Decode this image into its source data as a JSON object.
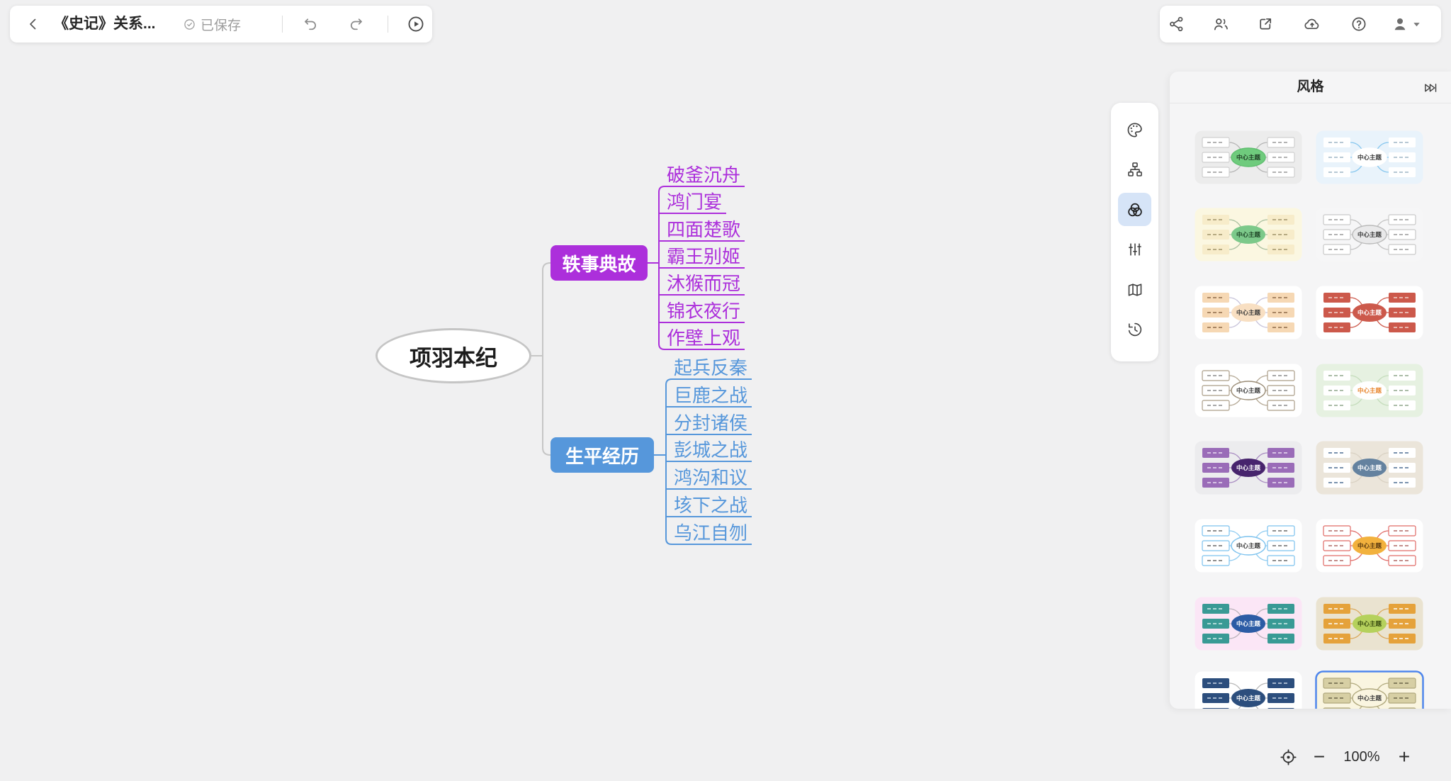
{
  "toolbar": {
    "title": "《史记》关系...",
    "save_status": "已保存"
  },
  "mindmap": {
    "root": "项羽本纪",
    "branches": [
      {
        "label": "轶事典故",
        "color": "#AC2FDB",
        "children": [
          "破釜沉舟",
          "鸿门宴",
          "四面楚歌",
          "霸王别姬",
          "沐猴而冠",
          "锦衣夜行",
          "作壁上观"
        ]
      },
      {
        "label": "生平经历",
        "color": "#5697DB",
        "children": [
          "起兵反秦",
          "巨鹿之战",
          "分封诸侯",
          "彭城之战",
          "鸿沟和议",
          "垓下之战",
          "乌江自刎"
        ]
      }
    ]
  },
  "tool_strip": {
    "items": [
      "palette",
      "structure",
      "theme",
      "adjust",
      "map",
      "history"
    ],
    "active": "theme",
    "active_bg": "#d6e4f7"
  },
  "style_panel": {
    "title": "风格",
    "center_label": "中心主题",
    "selected_border": "#4f86ec",
    "styles": [
      {
        "bg": "#ececec",
        "node_fill": "#ffffff",
        "node_stroke": "#cfcfcf",
        "dash": "#9a9a9a",
        "center_fill": "#6fcb7d",
        "center_stroke": "#5fbf6f",
        "center_text": "#1e3b24",
        "line": "#b5b5b5",
        "selected": false
      },
      {
        "bg": "#e9f3fb",
        "node_fill": "#ffffff",
        "node_stroke": "none",
        "dash": "#9fb6c6",
        "center_fill": "#ffffff",
        "center_stroke": "#ffffff",
        "center_text": "#3a3a3a",
        "line": "#86c6ee",
        "selected": false
      },
      {
        "bg": "#fbf7e1",
        "node_fill": "#f7ecca",
        "node_stroke": "none",
        "dash": "#a1946a",
        "center_fill": "#7cc98a",
        "center_stroke": "none",
        "center_text": "#1e4526",
        "line": "#a9bf9e",
        "selected": false
      },
      {
        "bg": "#f6f6f7",
        "node_fill": "#ffffff",
        "node_stroke": "#c9c9c9",
        "dash": "#9a9a9a",
        "center_fill": "#e9e9ea",
        "center_stroke": "#b9b9b9",
        "center_text": "#3a3a3a",
        "line": "#c2c2c2",
        "selected": false
      },
      {
        "bg": "#ffffff",
        "node_fill": "#f6d8b4",
        "node_stroke": "none",
        "dash": "#8d6b49",
        "center_fill": "#f8dfc2",
        "center_stroke": "none",
        "center_text": "#3a3a3a",
        "line": "#c7c3da",
        "selected": false
      },
      {
        "bg": "#ffffff",
        "node_fill": "#cc594b",
        "node_stroke": "none",
        "dash": "#f2d5d0",
        "center_fill": "#cc594b",
        "center_stroke": "none",
        "center_text": "#ffffff",
        "line": "#cc594b",
        "selected": false
      },
      {
        "bg": "#ffffff",
        "node_fill": "#ffffff",
        "node_stroke": "#ab9d88",
        "dash": "#8a8a8a",
        "center_fill": "#ffffff",
        "center_stroke": "#9a8c76",
        "center_text": "#3a3a3a",
        "line": "#b3a793",
        "selected": false
      },
      {
        "bg": "#e6f1e1",
        "node_fill": "#ffffff",
        "node_stroke": "none",
        "dash": "#8fa68c",
        "center_fill": "#ffffff",
        "center_stroke": "none",
        "center_text": "#e8862f",
        "line": "#c4dcbb",
        "selected": false
      },
      {
        "bg": "#ececee",
        "node_fill": "#9a6cb8",
        "node_stroke": "none",
        "dash": "#eadef2",
        "center_fill": "#47246d",
        "center_stroke": "none",
        "center_text": "#ffffff",
        "line": "#a98cc2",
        "selected": false
      },
      {
        "bg": "#ebe5da",
        "node_fill": "#ffffff",
        "node_stroke": "none",
        "dash": "#4f6f94",
        "center_fill": "#64829f",
        "center_stroke": "none",
        "center_text": "#ffffff",
        "line": "#d9d1c3",
        "selected": false
      },
      {
        "bg": "#ffffff",
        "node_fill": "#ffffff",
        "node_stroke": "#7cc2ee",
        "dash": "#6a6a6a",
        "center_fill": "#ffffff",
        "center_stroke": "#7cc2ee",
        "center_text": "#3a3a3a",
        "line": "#90ccf1",
        "selected": false
      },
      {
        "bg": "#ffffff",
        "node_fill": "#ffffff",
        "node_stroke": "#e06a66",
        "dash": "#b06a66",
        "center_fill": "#f2b13d",
        "center_stroke": "none",
        "center_text": "#59380e",
        "line": "#e06a66",
        "selected": false
      },
      {
        "bg": "#fbe6f6",
        "node_fill": "#399a95",
        "node_stroke": "none",
        "dash": "#d6efed",
        "center_fill": "#2c5ca5",
        "center_stroke": "none",
        "center_text": "#ffffff",
        "line": "#bab2ba",
        "selected": false
      },
      {
        "bg": "#eae3d0",
        "node_fill": "#e5a23b",
        "node_stroke": "none",
        "dash": "#ffffff",
        "center_fill": "#b5d15c",
        "center_stroke": "none",
        "center_text": "#374a10",
        "line": "#d9a95e",
        "selected": false
      },
      {
        "bg": "#ffffff",
        "node_fill": "#2c4e7d",
        "node_stroke": "none",
        "dash": "#c9d5e5",
        "center_fill": "#2c4e7d",
        "center_stroke": "none",
        "center_text": "#ffffff",
        "line": "#b8b8b8",
        "selected": false
      },
      {
        "bg": "#faf5e0",
        "node_fill": "#d7cfa4",
        "node_stroke": "#b1a97e",
        "dash": "#6a6448",
        "center_fill": "#faf5e0",
        "center_stroke": "#b1a97e",
        "center_text": "#3a3a3a",
        "line": "#b1a97e",
        "selected": true
      }
    ]
  },
  "zoom_controls": {
    "level": "100%"
  },
  "colors": {
    "canvas_bg": "#f0f0f1",
    "root_border": "#c5c5c5",
    "connector_gray": "#c6c6c6"
  }
}
